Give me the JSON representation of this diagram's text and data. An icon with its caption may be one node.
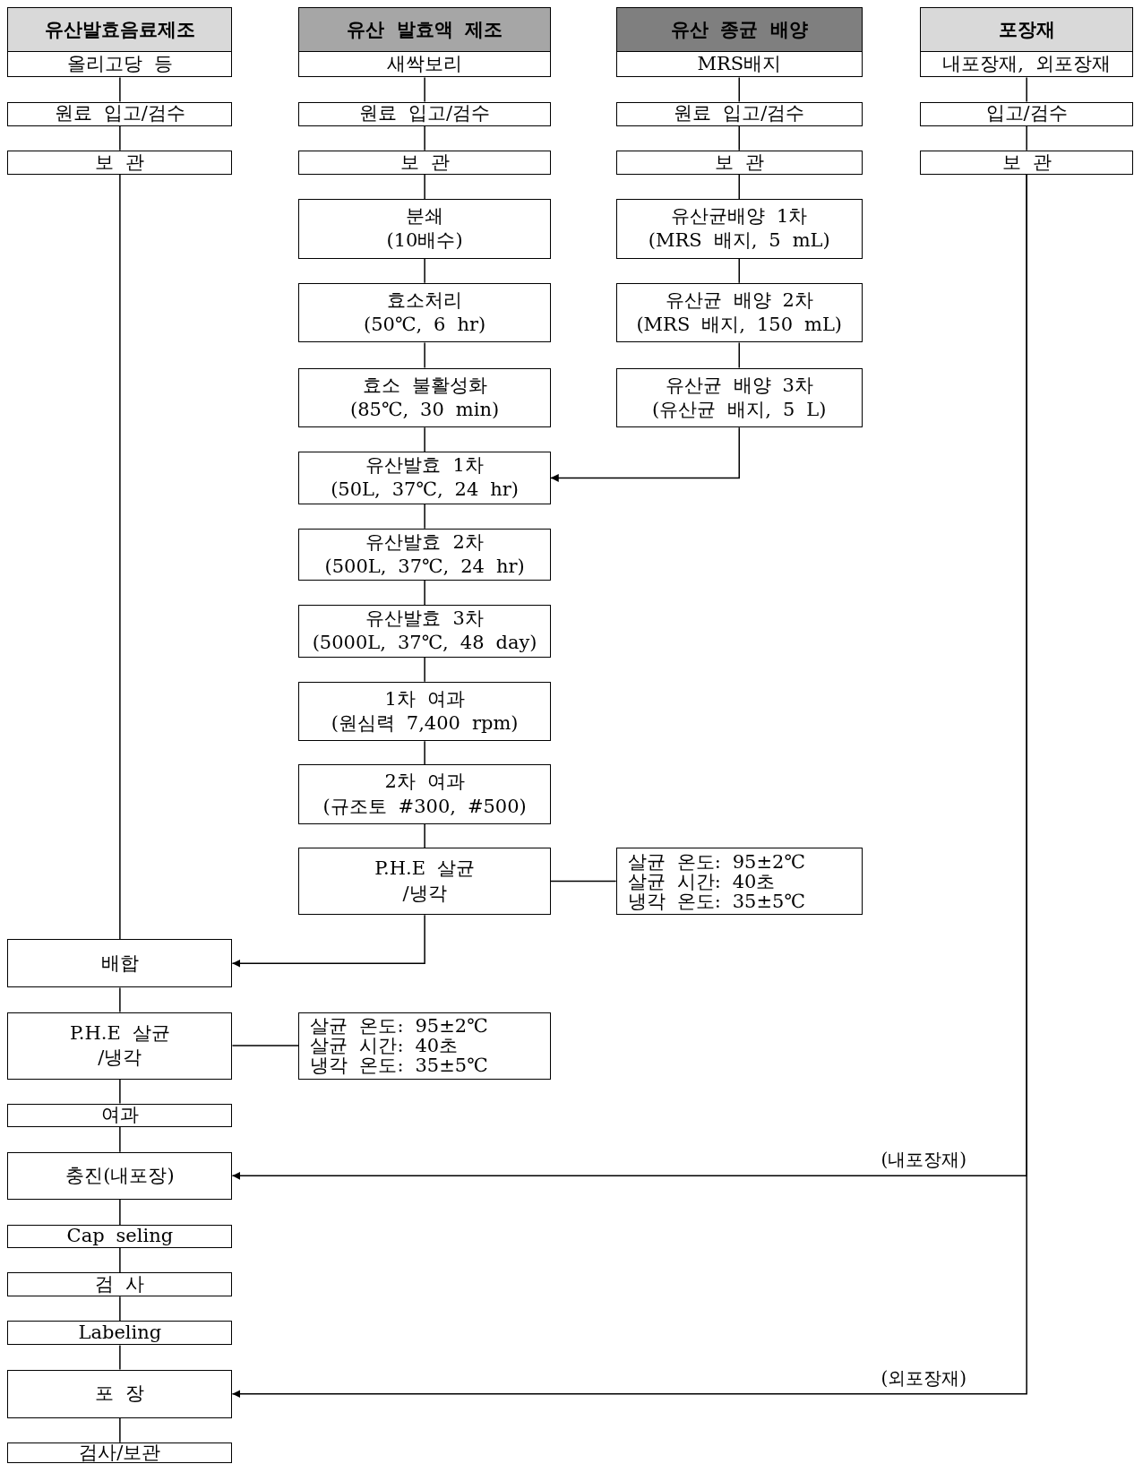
{
  "diagram": {
    "nodes": [
      {
        "text": [
          "유산발효음료제조",
          "올리고당 등"
        ]
      },
      {
        "text": [
          "유산 발효액 제조",
          "새싹보리"
        ]
      },
      {
        "text": [
          "유산 종균 배양",
          "MRS배지"
        ]
      },
      {
        "text": [
          "포장재",
          "내포장재, 외포장재"
        ]
      },
      {
        "text": [
          "원료 입고/검수"
        ]
      },
      {
        "text": [
          "원료 입고/검수"
        ]
      },
      {
        "text": [
          "원료 입고/검수"
        ]
      },
      {
        "text": [
          "입고/검수"
        ]
      },
      {
        "text": [
          "보 관"
        ]
      },
      {
        "text": [
          "보 관"
        ]
      },
      {
        "text": [
          "보 관"
        ]
      },
      {
        "text": [
          "보 관"
        ]
      },
      {
        "text": [
          "분쇄",
          "(10배수)"
        ]
      },
      {
        "text": [
          "유산균배양 1차",
          "(MRS 배지, 5 mL)"
        ]
      },
      {
        "text": [
          "효소처리",
          "(50℃, 6 hr)"
        ]
      },
      {
        "text": [
          "유산균 배양 2차",
          "(MRS 배지, 150 mL)"
        ]
      },
      {
        "text": [
          "효소 불활성화",
          "(85℃, 30 min)"
        ]
      },
      {
        "text": [
          "유산균 배양 3차",
          "(유산균 배지, 5 L)"
        ]
      },
      {
        "text": [
          "유산발효 1차",
          "(50L, 37℃, 24 hr)"
        ]
      },
      {
        "text": [
          "유산발효 2차",
          "(500L, 37℃, 24 hr)"
        ]
      },
      {
        "text": [
          "유산발효 3차",
          "(5000L, 37℃, 48 day)"
        ]
      },
      {
        "text": [
          "1차 여과",
          "(원심력 7,400 rpm)"
        ]
      },
      {
        "text": [
          "2차 여과",
          "(규조토 #300, #500)"
        ]
      },
      {
        "text": [
          "P.H.E 살균",
          "/냉각"
        ]
      },
      {
        "text": [
          "살균 온도: 95±2℃",
          "살균 시간: 40초",
          "냉각 온도: 35±5℃"
        ]
      },
      {
        "text": [
          "배합"
        ]
      },
      {
        "text": [
          "P.H.E 살균",
          "/냉각"
        ]
      },
      {
        "text": [
          "살균 온도: 95±2℃",
          "살균 시간: 40초",
          "냉각 온도: 35±5℃"
        ]
      },
      {
        "text": [
          "여과"
        ]
      },
      {
        "text": [
          "충진(내포장)"
        ]
      },
      {
        "text": [
          "Cap seling"
        ]
      },
      {
        "text": [
          "검 사"
        ]
      },
      {
        "text": [
          "Labeling"
        ]
      },
      {
        "text": [
          "포 장"
        ]
      },
      {
        "text": [
          "검사/보관"
        ]
      }
    ],
    "edges": [
      {
        "from": 0,
        "to": 4,
        "arrow": "none"
      },
      {
        "from": 4,
        "to": 8,
        "arrow": "none"
      },
      {
        "from": 8,
        "to": 25,
        "arrow": "none"
      },
      {
        "from": 1,
        "to": 5,
        "arrow": "none"
      },
      {
        "from": 5,
        "to": 9,
        "arrow": "none"
      },
      {
        "from": 9,
        "to": 12,
        "arrow": "none"
      },
      {
        "from": 12,
        "to": 14,
        "arrow": "none"
      },
      {
        "from": 14,
        "to": 16,
        "arrow": "none"
      },
      {
        "from": 16,
        "to": 18,
        "arrow": "none"
      },
      {
        "from": 18,
        "to": 19,
        "arrow": "none"
      },
      {
        "from": 19,
        "to": 20,
        "arrow": "none"
      },
      {
        "from": 20,
        "to": 21,
        "arrow": "none"
      },
      {
        "from": 21,
        "to": 22,
        "arrow": "none"
      },
      {
        "from": 22,
        "to": 23,
        "arrow": "none"
      },
      {
        "from": 2,
        "to": 6,
        "arrow": "none"
      },
      {
        "from": 6,
        "to": 10,
        "arrow": "none"
      },
      {
        "from": 10,
        "to": 13,
        "arrow": "none"
      },
      {
        "from": 13,
        "to": 15,
        "arrow": "none"
      },
      {
        "from": 15,
        "to": 17,
        "arrow": "none"
      },
      {
        "from": 17,
        "to": 18,
        "arrow": "to"
      },
      {
        "from": 3,
        "to": 7,
        "arrow": "none"
      },
      {
        "from": 7,
        "to": 11,
        "arrow": "none"
      },
      {
        "from": 23,
        "to": 24,
        "arrow": "none"
      },
      {
        "from": 23,
        "to": 25,
        "arrow": "to"
      },
      {
        "from": 25,
        "to": 26,
        "arrow": "none"
      },
      {
        "from": 26,
        "to": 27,
        "arrow": "none"
      },
      {
        "from": 26,
        "to": 28,
        "arrow": "none"
      },
      {
        "from": 28,
        "to": 29,
        "arrow": "none"
      },
      {
        "from": 11,
        "to": 29,
        "arrow": "to",
        "label": "(내포장재)"
      },
      {
        "from": 29,
        "to": 30,
        "arrow": "none"
      },
      {
        "from": 30,
        "to": 31,
        "arrow": "none"
      },
      {
        "from": 31,
        "to": 32,
        "arrow": "none"
      },
      {
        "from": 32,
        "to": 33,
        "arrow": "none"
      },
      {
        "from": 11,
        "to": 33,
        "arrow": "to",
        "label": "(외포장재)"
      },
      {
        "from": 33,
        "to": 34,
        "arrow": "none"
      }
    ]
  }
}
